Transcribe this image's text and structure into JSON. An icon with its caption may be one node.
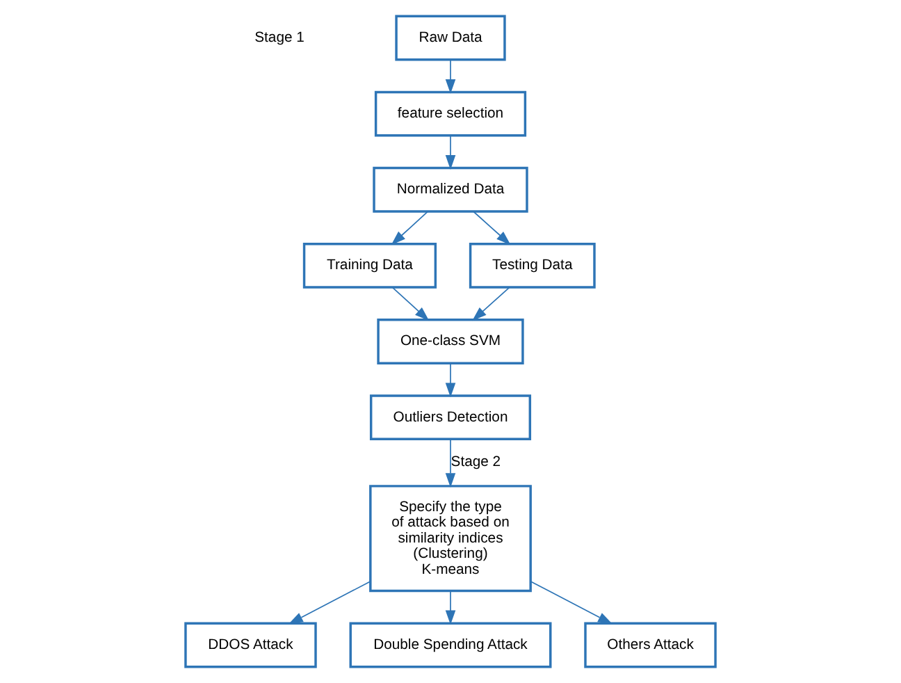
{
  "diagram": {
    "nodes": [
      {
        "text": [
          "Raw Data"
        ]
      },
      {
        "text": [
          "feature selection"
        ]
      },
      {
        "text": [
          "Normalized Data"
        ]
      },
      {
        "text": [
          "Training Data"
        ]
      },
      {
        "text": [
          "Testing Data"
        ]
      },
      {
        "text": [
          "One-class SVM"
        ]
      },
      {
        "text": [
          "Outliers Detection"
        ]
      },
      {
        "text": [
          "Specify the type of attack based on similarity indices (Clustering) K-means"
        ]
      },
      {
        "text": [
          "DDOS Attack"
        ]
      },
      {
        "text": [
          "Double Spending Attack"
        ]
      },
      {
        "text": [
          "Others Attack"
        ]
      }
    ],
    "edges": [
      {
        "from": 0,
        "to": 1,
        "arrow": "to"
      },
      {
        "from": 1,
        "to": 2,
        "arrow": "to"
      },
      {
        "from": 2,
        "to": 3,
        "arrow": "to"
      },
      {
        "from": 2,
        "to": 4,
        "arrow": "to"
      },
      {
        "from": 3,
        "to": 5,
        "arrow": "to"
      },
      {
        "from": 4,
        "to": 5,
        "arrow": "to"
      },
      {
        "from": 5,
        "to": 6,
        "arrow": "to"
      },
      {
        "from": 6,
        "to": 7,
        "arrow": "to",
        "label": "Stage 2"
      },
      {
        "from": 7,
        "to": 8,
        "arrow": "to"
      },
      {
        "from": 7,
        "to": 9,
        "arrow": "to"
      },
      {
        "from": 7,
        "to": 10,
        "arrow": "to"
      }
    ],
    "labels": [
      "Stage 1"
    ]
  }
}
